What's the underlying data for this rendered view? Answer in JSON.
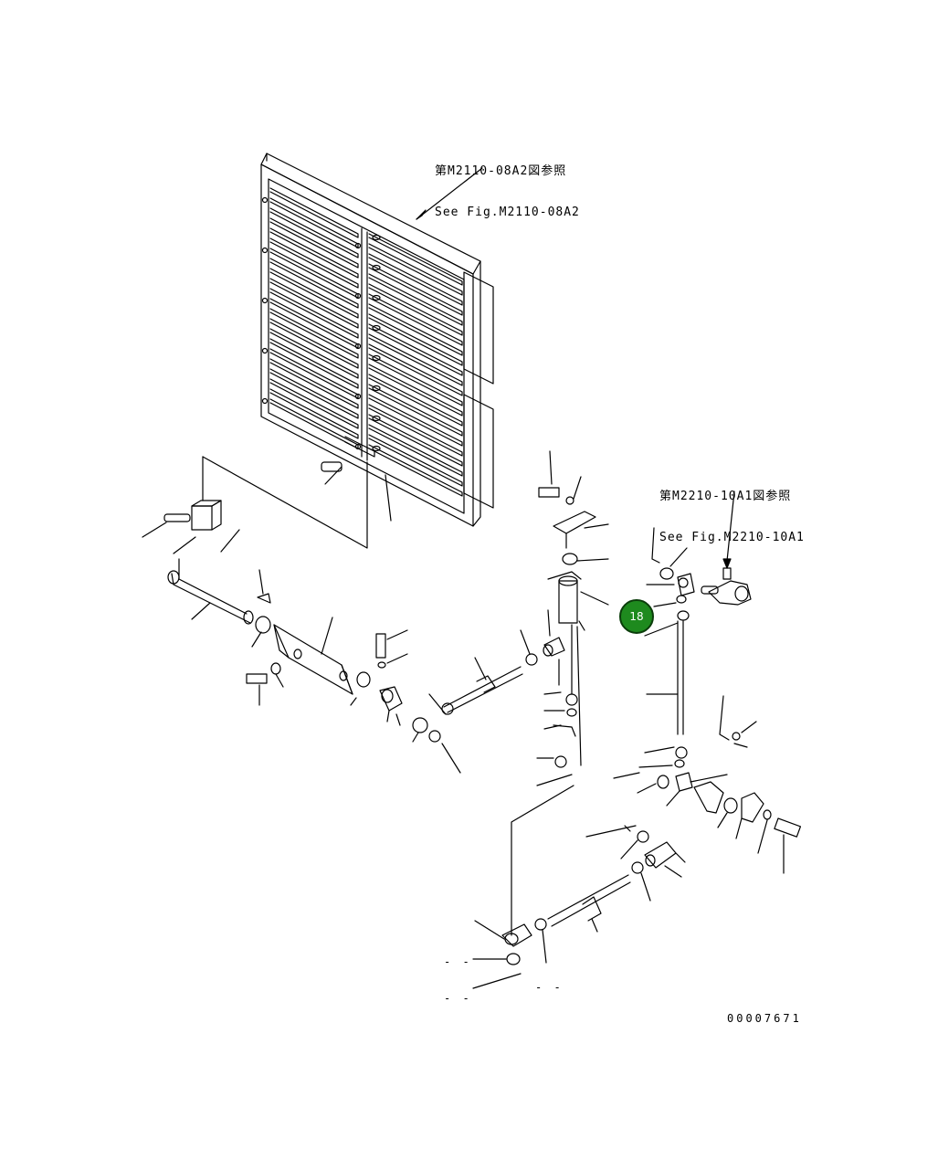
{
  "references": [
    {
      "jp": "第M2110-08A2図参照",
      "en": "See Fig.M2110-08A2"
    },
    {
      "jp": "第M2210-10A1図参照",
      "en": "See Fig.M2210-10A1"
    }
  ],
  "callout": {
    "label": "18",
    "color": "#1e8a1e"
  },
  "drawing_number": "00007671",
  "blank_labels": [
    "- -",
    "- -",
    "- -",
    "- -"
  ]
}
